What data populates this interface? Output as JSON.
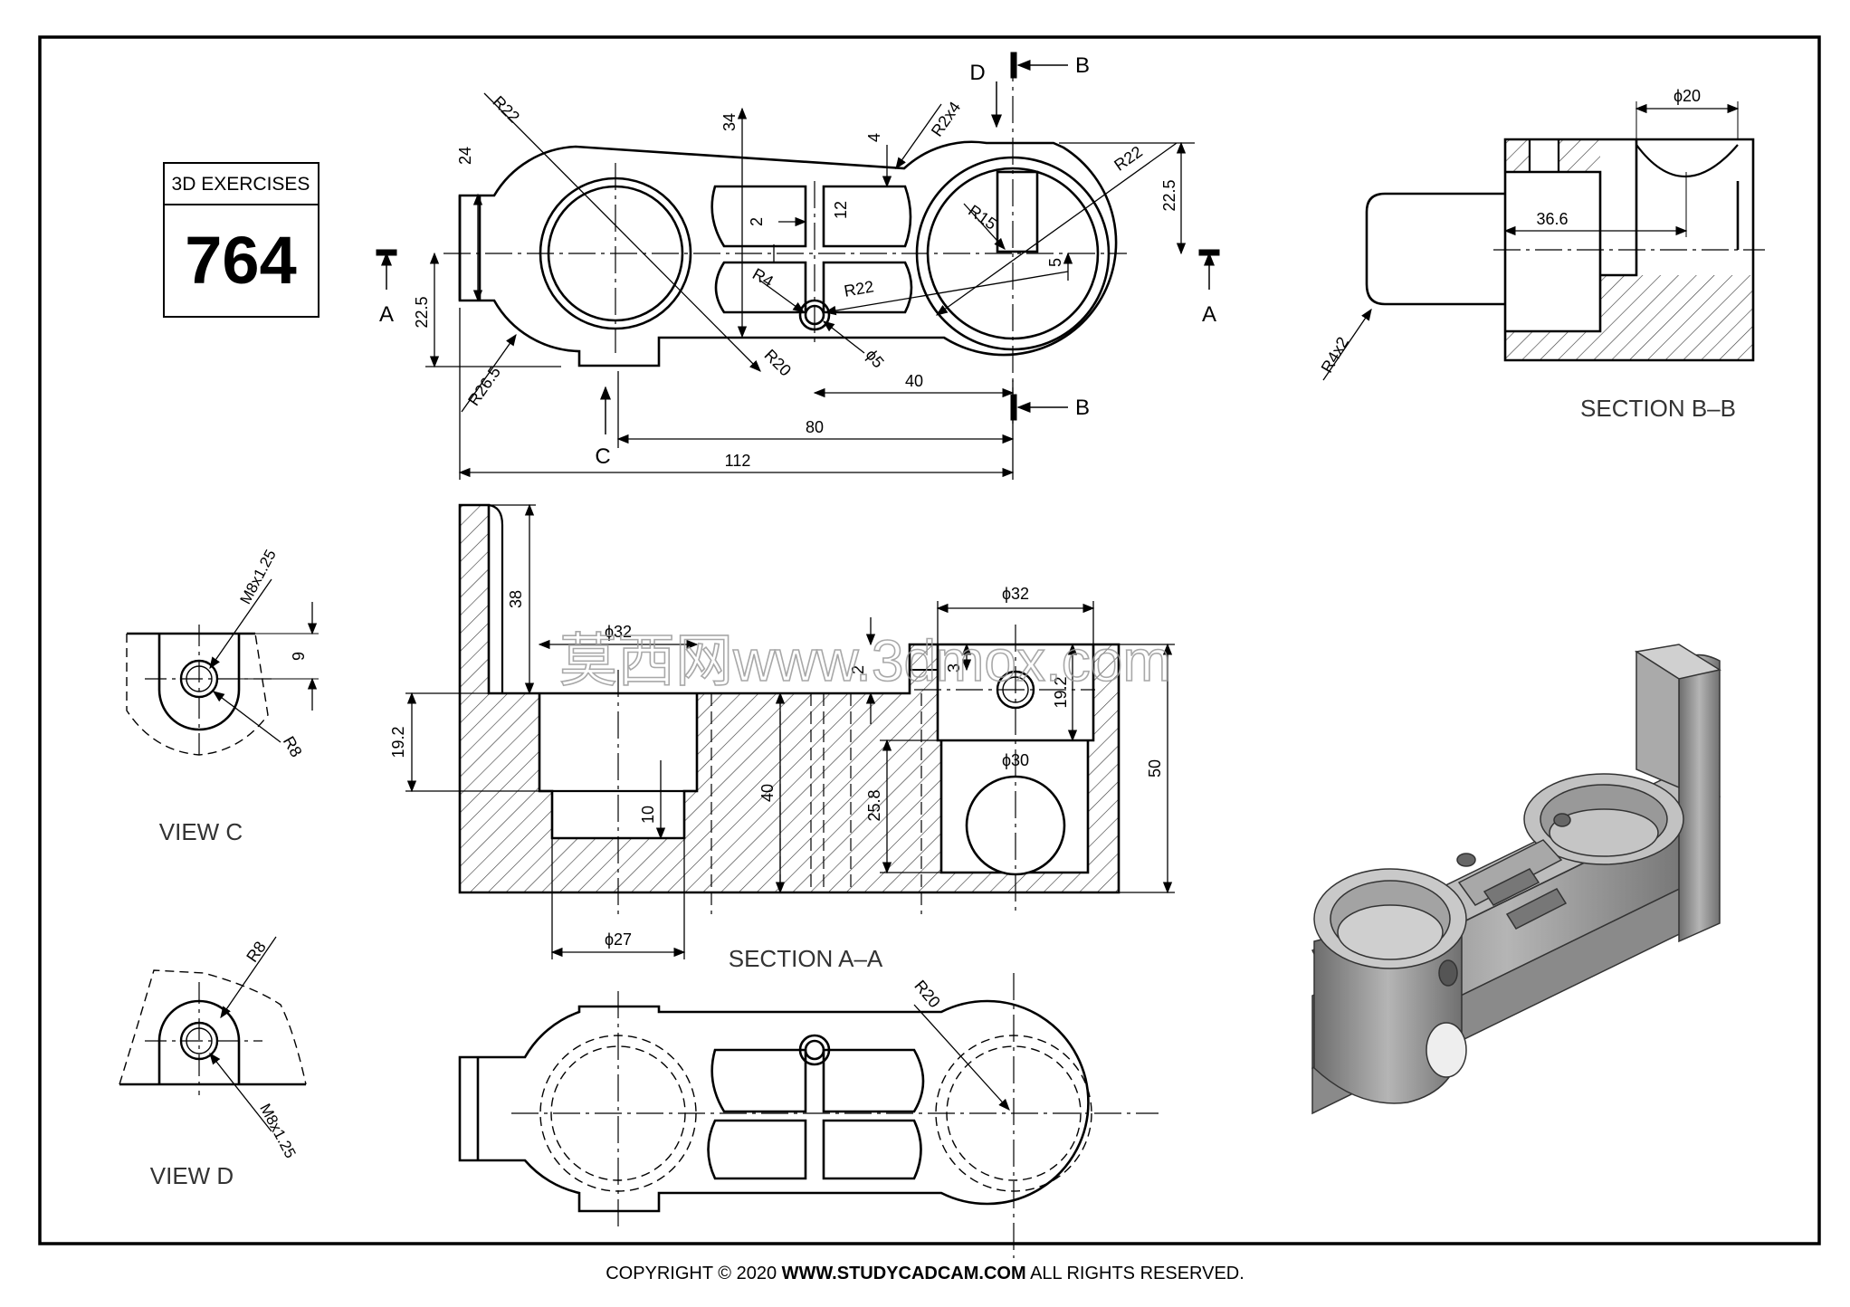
{
  "badge": {
    "title": "3D EXERCISES",
    "number": "764"
  },
  "views": {
    "section_aa": "SECTION A–A",
    "section_bb": "SECTION B–B",
    "view_c": "VIEW C",
    "view_d": "VIEW D"
  },
  "markers": {
    "a_left": "A",
    "a_right": "A",
    "b_top": "B",
    "b_bottom": "B",
    "c": "C",
    "d": "D"
  },
  "top_dims": {
    "r22_left": "R22",
    "r22_right": "R22",
    "r26_5": "R26.5",
    "r20": "R20",
    "r2x4": "R2x4",
    "r15": "R15",
    "r4": "R4",
    "r22_mid": "R22",
    "phi5": "ϕ5",
    "d24": "24",
    "d22_5_left": "22.5",
    "d22_5_right": "22.5",
    "d34": "34",
    "d4": "4",
    "d2": "2",
    "d12": "12",
    "d5": "5",
    "d40": "40",
    "d80": "80",
    "d112": "112"
  },
  "bb_dims": {
    "phi20": "ϕ20",
    "d36_6": "36.6",
    "r4x2": "R4x2"
  },
  "aa_dims": {
    "d38": "38",
    "phi32_left": "ϕ32",
    "phi32_right": "ϕ32",
    "d2": "2",
    "d3": "3",
    "d19_2_left": "19.2",
    "d19_2_right": "19.2",
    "d10": "10",
    "d40": "40",
    "d25_8": "25.8",
    "phi30": "ϕ30",
    "d50": "50",
    "phi27": "ϕ27"
  },
  "c_dims": {
    "m8": "M8x1.25",
    "d9": "9",
    "r8": "R8"
  },
  "d_dims": {
    "r8": "R8",
    "m8": "M8x1.25",
    "r20": "R20"
  },
  "watermark": "莫西网www.3dmox.com",
  "copyright": {
    "prefix": "COPYRIGHT © 2020",
    "site": "WWW.STUDYCADCAM.COM",
    "suffix": "ALL RIGHTS RESERVED."
  }
}
